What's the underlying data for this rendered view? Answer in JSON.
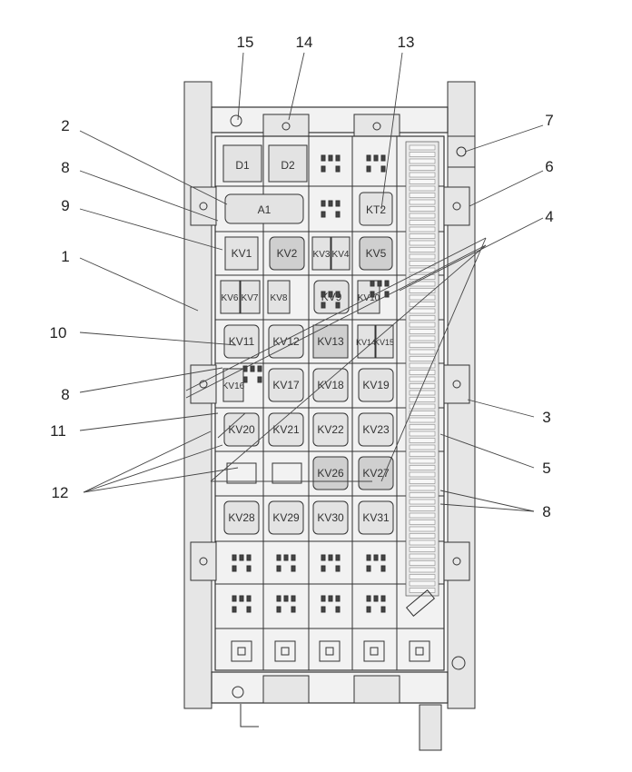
{
  "callouts": {
    "c15": "15",
    "c14": "14",
    "c13": "13",
    "c2": "2",
    "c7": "7",
    "c8a": "8",
    "c6": "6",
    "c9": "9",
    "c4": "4",
    "c1": "1",
    "c10": "10",
    "c8b": "8",
    "c3": "3",
    "c11": "11",
    "c5": "5",
    "c12": "12",
    "c8c": "8"
  },
  "components": {
    "D1": "D1",
    "D2": "D2",
    "A1": "A1",
    "KT2": "KT2",
    "KV1": "KV1",
    "KV2": "KV2",
    "KV3": "KV3",
    "KV4": "KV4",
    "KV5": "KV5",
    "KV6": "KV6",
    "KV7": "KV7",
    "KV8": "KV8",
    "KV9": "KV9",
    "KV10": "KV10",
    "KV11": "KV11",
    "KV12": "KV12",
    "KV13": "KV13",
    "KV14": "KV14",
    "KV15": "KV15",
    "KV16": "KV16",
    "KV17": "KV17",
    "KV18": "KV18",
    "KV19": "KV19",
    "KV20": "KV20",
    "KV21": "KV21",
    "KV22": "KV22",
    "KV23": "KV23",
    "KV26": "KV26",
    "KV27": "KV27",
    "KV28": "KV28",
    "KV29": "KV29",
    "KV30": "KV30",
    "KV31": "KV31"
  }
}
